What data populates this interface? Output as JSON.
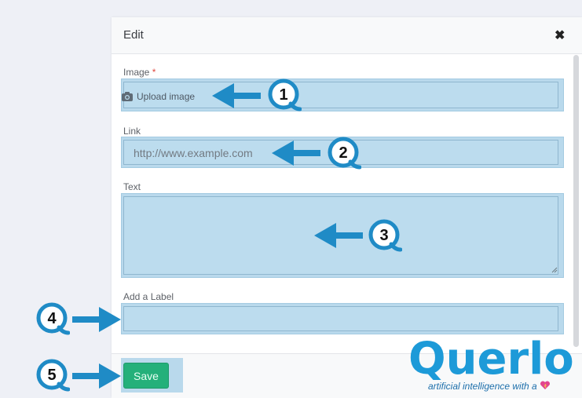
{
  "modal": {
    "title": "Edit",
    "close_icon": "close-icon"
  },
  "fields": {
    "image": {
      "label": "Image",
      "required_mark": "*",
      "upload_label": "Upload image"
    },
    "link": {
      "label": "Link",
      "placeholder": "http://www.example.com"
    },
    "text": {
      "label": "Text"
    },
    "label": {
      "label": "Add a Label"
    }
  },
  "footer": {
    "save_label": "Save"
  },
  "callouts": [
    "1",
    "2",
    "3",
    "4",
    "5"
  ],
  "branding": {
    "logo": "Querlo",
    "tagline": "artificial intelligence with a"
  },
  "colors": {
    "highlight": "#b9d9ec",
    "arrow": "#1f8bc6",
    "save": "#24b07a",
    "logo": "#1d9ad8"
  }
}
